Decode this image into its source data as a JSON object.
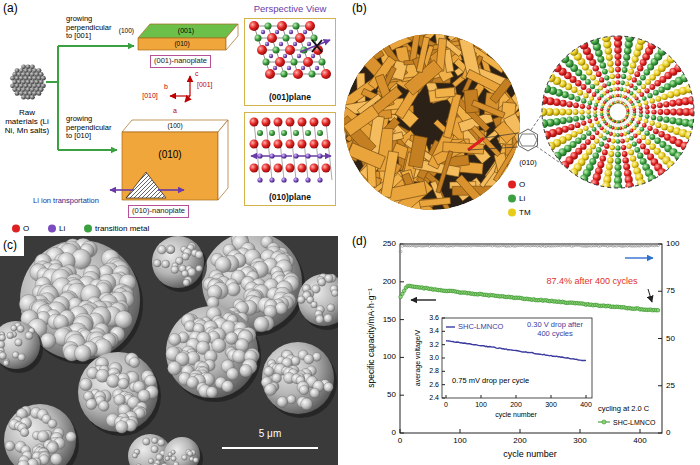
{
  "diagram": {
    "nodes": [
      {
        "text": [
          "(001)-nanoplate"
        ]
      },
      {
        "text": [
          "(010)-nanoplate"
        ]
      },
      {
        "text": [
          "Perspective View",
          "(001)plane"
        ]
      },
      {
        "text": [
          "(010)plane"
        ]
      }
    ],
    "labels": [
      "(a)",
      "Raw materials (Li Ni, Mn salts)",
      "growing perpendicular to [001]",
      "growing perpendicular to [010]",
      "(001)",
      "(100)",
      "(010)",
      "c",
      "[001]",
      "[010]",
      "b",
      "a",
      "(100)",
      "(010)",
      "Li ion transportation",
      "(b)",
      "(010)",
      "(c)",
      "5 μm",
      "(d)",
      "specific capacity/mA·h·g⁻¹",
      "0",
      "50",
      "100",
      "150",
      "200",
      "250",
      "0",
      "25",
      "50",
      "75",
      "100",
      "0",
      "100",
      "200",
      "300",
      "400",
      "cycle number",
      "87.4% after 400 cycles",
      "SHC-LMNCO",
      "0.30 V drop after 400 cycles",
      "average voltage/V",
      "2.4",
      "2.6",
      "2.8",
      "3.0",
      "3.2",
      "3.4",
      "3.6",
      "0.75 mV drop per cycle",
      "0",
      "100",
      "200",
      "300",
      "400",
      "cycle number",
      "cycling at 2.0 C"
    ],
    "legend": [
      {
        "text": "O",
        "color": "#e02020"
      },
      {
        "text": "Li",
        "color": "#7a4cc0"
      },
      {
        "text": "transition metal",
        "color": "#3aa040"
      },
      {
        "text": "O",
        "color": "#e02020"
      },
      {
        "text": "Li",
        "color": "#3aa040"
      },
      {
        "text": "TM",
        "color": "#e8cc1a"
      },
      {
        "text": "SHC-LMNCO"
      }
    ]
  }
}
